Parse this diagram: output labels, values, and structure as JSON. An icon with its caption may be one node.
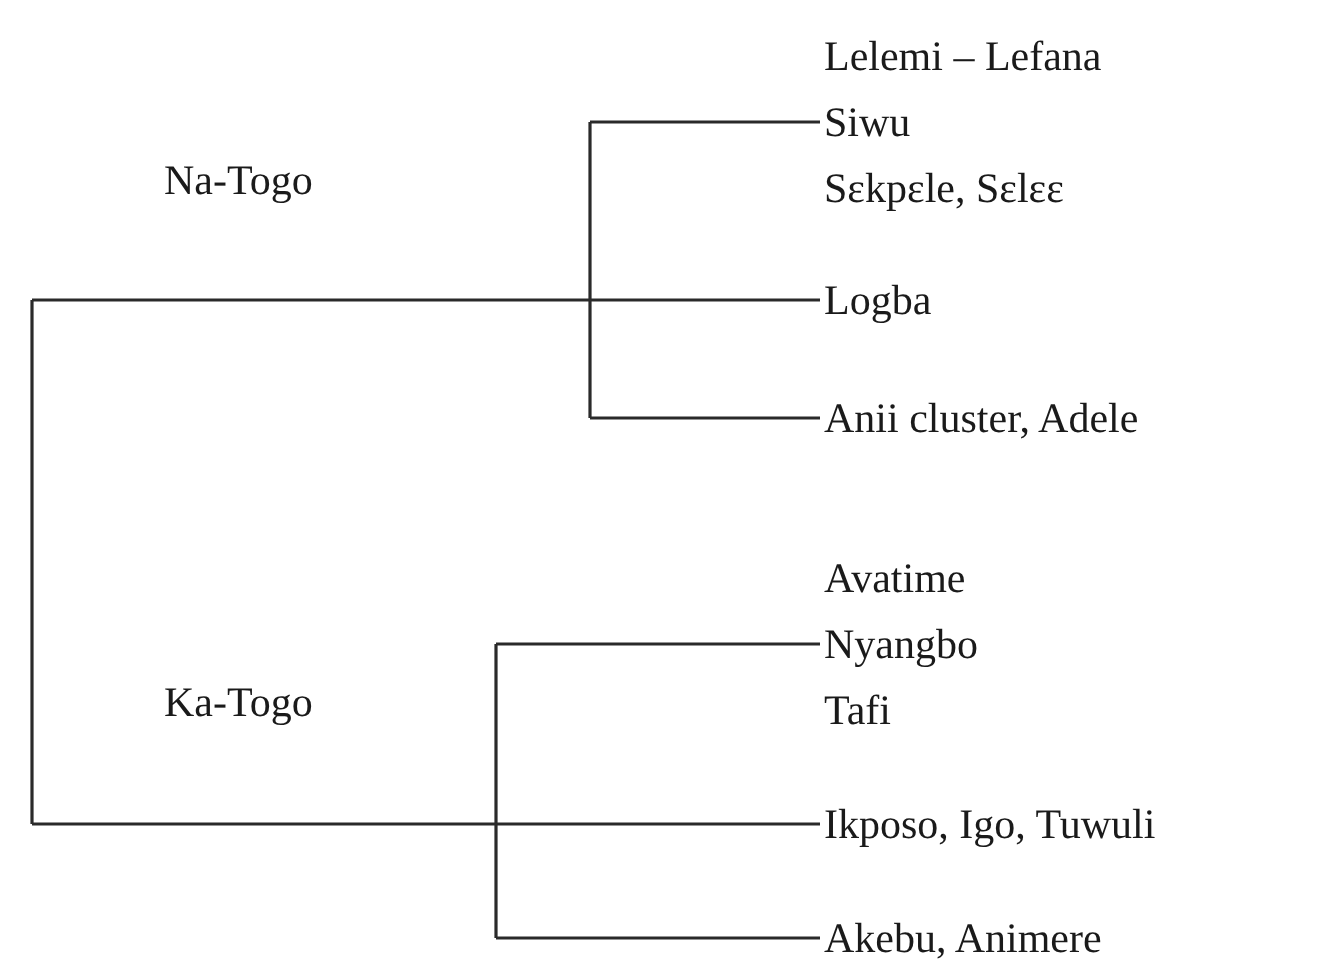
{
  "diagram": {
    "nodes": [
      {
        "text": [
          "Lelemi – Lefana",
          "Siwu",
          "Sɛkpɛle, Sɛlɛɛ"
        ]
      },
      {
        "text": [
          "Logba"
        ]
      },
      {
        "text": [
          "Anii cluster, Adele"
        ]
      },
      {
        "text": [
          "Avatime",
          "Nyangbo",
          "Tafi"
        ]
      },
      {
        "text": [
          "Ikposo, Igo, Tuwuli"
        ]
      },
      {
        "text": [
          "Akebu, Animere"
        ]
      }
    ],
    "edges": [
      {
        "from": null,
        "to": 0,
        "arrow": "none"
      },
      {
        "from": null,
        "to": 1,
        "arrow": "none"
      },
      {
        "from": null,
        "to": 2,
        "arrow": "none"
      },
      {
        "from": null,
        "to": 3,
        "arrow": "none"
      },
      {
        "from": null,
        "to": 4,
        "arrow": "none"
      },
      {
        "from": null,
        "to": 5,
        "arrow": "none"
      }
    ],
    "labels": [
      "Na-Togo",
      "Ka-Togo"
    ]
  }
}
